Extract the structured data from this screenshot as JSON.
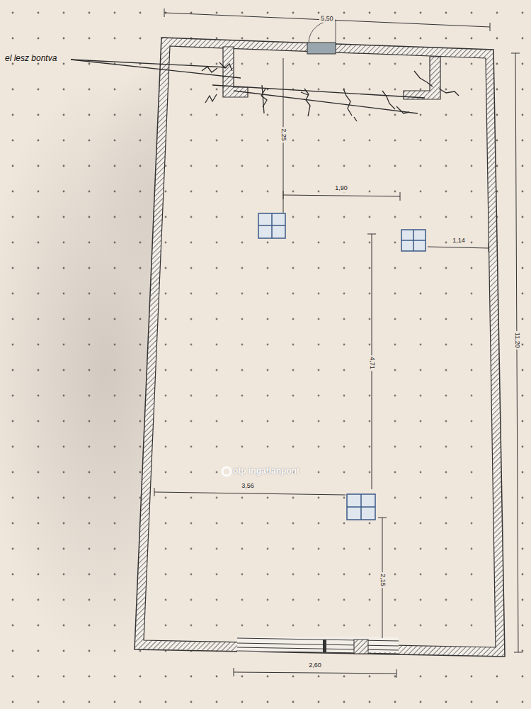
{
  "diagram": {
    "labels": [
      "el lesz bontva",
      "5,50",
      "11,20",
      "2,25",
      "1,90",
      "1,14",
      "4,71",
      "3,56",
      "2,15",
      "2,60",
      "otp ingatlanpont"
    ]
  }
}
